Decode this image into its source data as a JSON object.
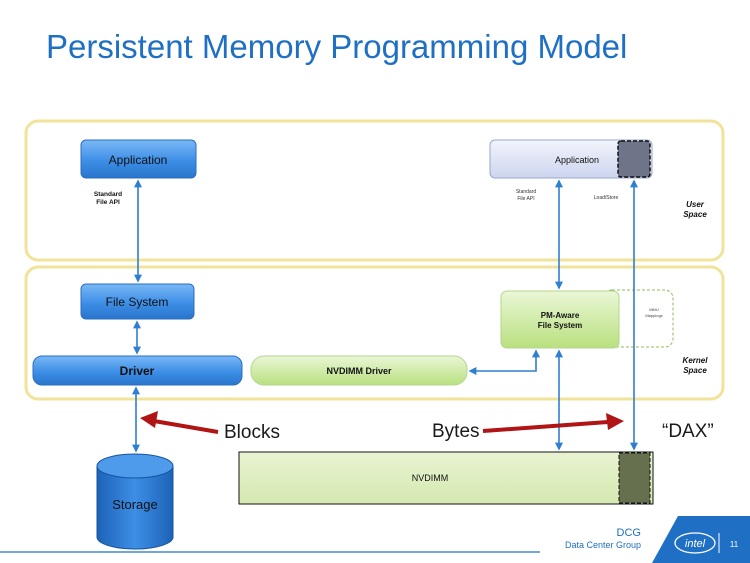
{
  "slide": {
    "title": "Persistent Memory Programming Model",
    "page_number": "11"
  },
  "left_stack": {
    "application": "Application",
    "api_label_line1": "Standard",
    "api_label_line2": "File API",
    "file_system": "File System",
    "driver": "Driver",
    "storage": "Storage"
  },
  "right_stack": {
    "application": "Application",
    "api_label_line1": "Standard",
    "api_label_line2": "File API",
    "load_store": "Load/Store",
    "pm_fs_line1": "PM-Aware",
    "pm_fs_line2": "File System",
    "mmu_line1": "MMU",
    "mmu_line2": "Mappings",
    "nvdimm": "NVDIMM"
  },
  "nvdimm_driver": "NVDIMM Driver",
  "spaces": {
    "user_line1": "User",
    "user_line2": "Space",
    "kernel_line1": "Kernel",
    "kernel_line2": "Space"
  },
  "callouts": {
    "blocks": "Blocks",
    "bytes": "Bytes",
    "dax": "“DAX”"
  },
  "footer": {
    "group_short": "DCG",
    "group_long": "Data Center Group",
    "logo": "intel"
  },
  "colors": {
    "title_blue": "#1f6fc4",
    "band_border": "#f2e39a",
    "blue_box": "#3d8ee6",
    "green_box": "#c9e89e",
    "arrow_blue": "#2f7fd0",
    "arrow_red": "#b01414",
    "dark_slot": "#66704e"
  }
}
